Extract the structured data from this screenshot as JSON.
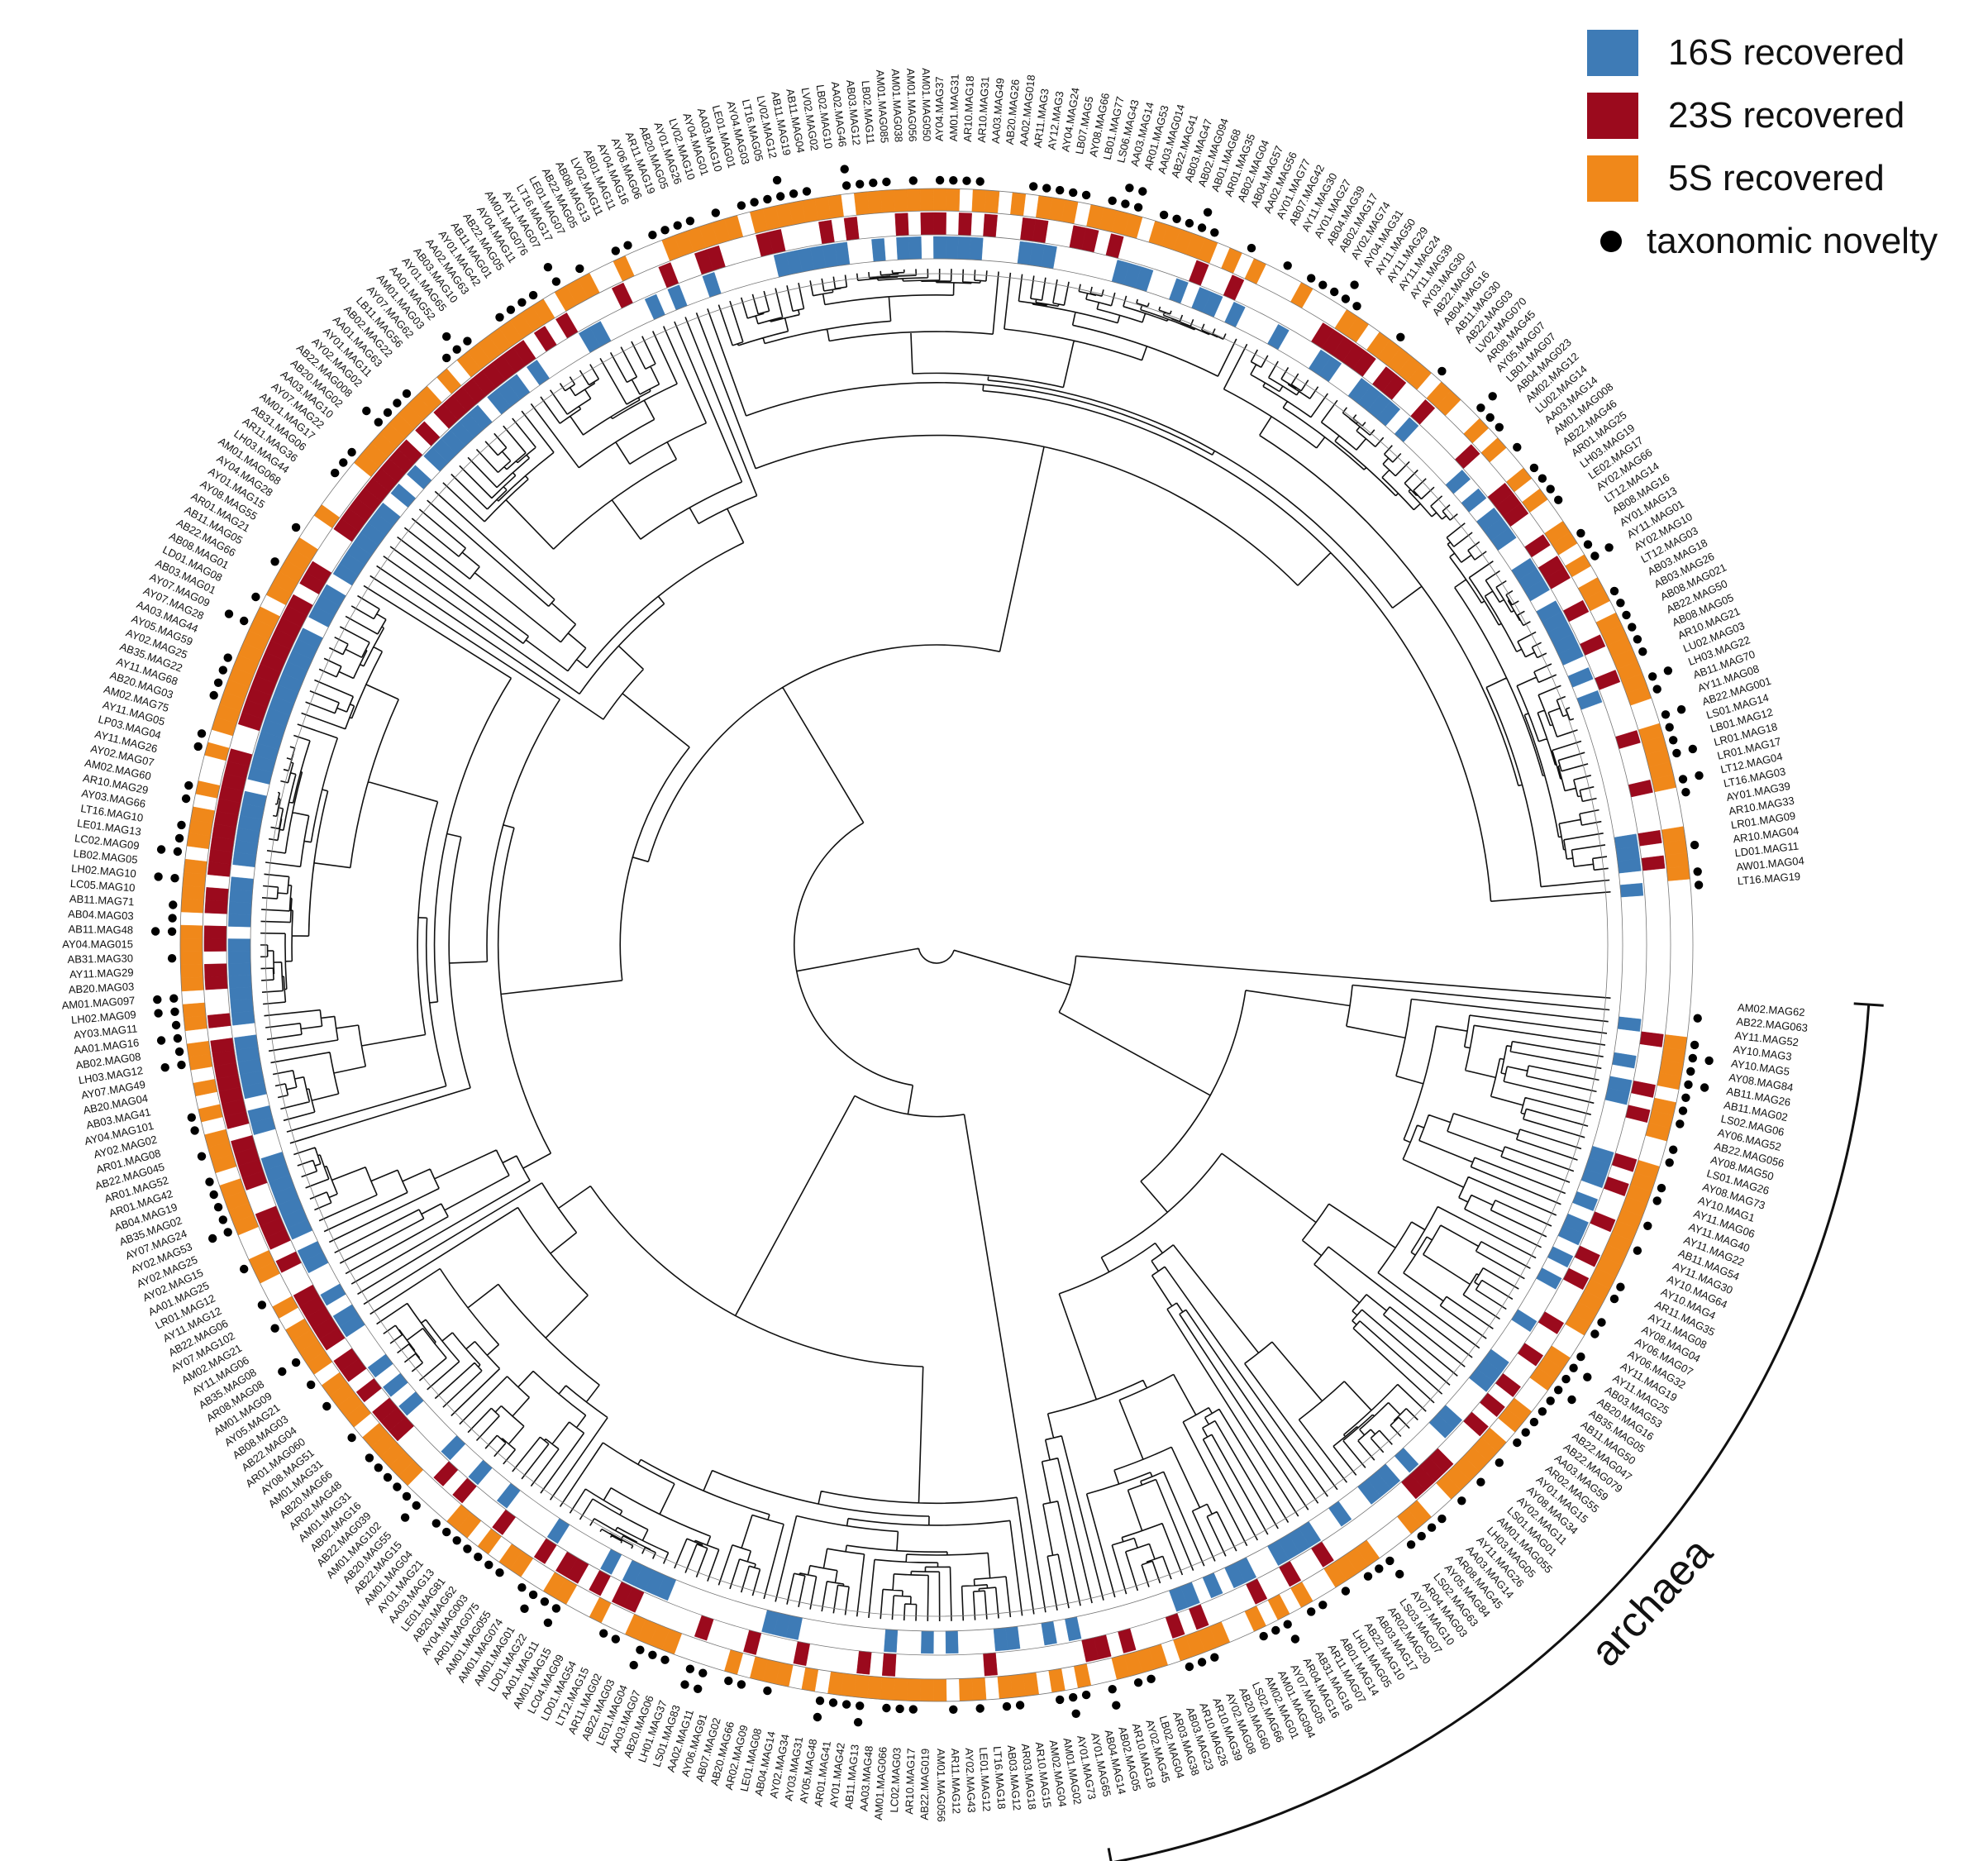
{
  "legend": {
    "items": [
      {
        "label": "16S recovered",
        "color": "#3e7bb6"
      },
      {
        "label": "23S recovered",
        "color": "#9b0a1d"
      },
      {
        "label": "5S recovered",
        "color": "#f0881a"
      },
      {
        "label": "taxonomic novelty",
        "icon": "dot-icon",
        "color": "#000000"
      }
    ]
  },
  "clade_label": "archaea",
  "colors": {
    "s16": "#3e7bb6",
    "s23": "#9b0a1d",
    "s5": "#f0881a",
    "novelty": "#000000",
    "branch": "#111111"
  },
  "leaves": [
    "AM02.MAG62",
    "AB22.MAG063",
    "AY11.MAG52",
    "AY10.MAG3",
    "AY10.MAG5",
    "AY08.MAG84",
    "AB11.MAG26",
    "AB11.MAG02",
    "LS02.MAG06",
    "AY06.MAG52",
    "AB22.MAG056",
    "AY08.MAG50",
    "LS01.MAG26",
    "AY08.MAG73",
    "AY10.MAG1",
    "AY11.MAG06",
    "AY11.MAG40",
    "AY11.MAG22",
    "AB11.MAG54",
    "AY11.MAG30",
    "AY10.MAG64",
    "AY10.MAG4",
    "AR11.MAG35",
    "AY11.MAG08",
    "AY08.MAG04",
    "AY06.MAG07",
    "AY06.MAG32",
    "AY11.MAG19",
    "AY11.MAG25",
    "AB03.MAG53",
    "AB20.MAG16",
    "AB35.MAG05",
    "AB11.MAG50",
    "AB22.MAG047",
    "AB22.MAG079",
    "AA03.MAG59",
    "AR02.MAG55",
    "AY01.MAG15",
    "AY08.MAG34",
    "AY02.MAG11",
    "LS01.MAG01",
    "AM01.MAG055",
    "LH03.MAG05",
    "AY11.MAG26",
    "AA03.MAG14",
    "AR08.MAG45",
    "AY05.MAG84",
    "LS02.MAG63",
    "AR04.MAG03",
    "AY07.MAG10",
    "LS03.MAG07",
    "AR02.MAG20",
    "AB03.MAG17",
    "AB22.MAG10",
    "LH01.MAG05",
    "AB01.MAG14",
    "AR11.MAG07",
    "AB31.MAG18",
    "AR04.MAG16",
    "AY07.MAG05",
    "AM01.MAG094",
    "AM02.MAG01",
    "LS02.MAG66",
    "AB20.MAG60",
    "AY02.MAG08",
    "AR10.MAG39",
    "AR10.MAG26",
    "AB03.MAG23",
    "AR03.MAG38",
    "LB02.MAG04",
    "AY02.MAG45",
    "AR10.MAG18",
    "AB02.MAG05",
    "AB04.MAG14",
    "AY01.MAG65",
    "AY01.MAG73",
    "AM01.MAG02",
    "AM02.MAG04",
    "AR10.MAG15",
    "AR03.MAG18",
    "AB03.MAG12",
    "LT16.MAG18",
    "LE01.MAG12",
    "AY02.MAG43",
    "AR11.MAG12",
    "AM01.MAG056",
    "AB22.MAG019",
    "AR10.MAG17",
    "LC02.MAG03",
    "AM01.MAG066",
    "AA03.MAG48",
    "AB11.MAG13",
    "AY01.MAG42",
    "AR01.MAG41",
    "AY05.MAG48",
    "AY03.MAG31",
    "AY02.MAG34",
    "AB04.MAG14",
    "LE01.MAG08",
    "AR02.MAG09",
    "AB20.MAG66",
    "AB07.MAG02",
    "AY06.MAG91",
    "AA02.MAG11",
    "LS01.MAG83",
    "LH01.MAG37",
    "AB20.MAG06",
    "AA03.MAG07",
    "LE01.MAG04",
    "AB22.MAG03",
    "AR11.MAG02",
    "LT12.MAG15",
    "LD01.MAG54",
    "LC04.MAG09",
    "AM01.MAG15",
    "AA01.MAG11",
    "LD01.MAG22",
    "AM01.MAG01",
    "AM01.MAG074",
    "AM01.MAG055",
    "AR01.MAG075",
    "AY04.MAG003",
    "AB20.MAG62",
    "LE01.MAG81",
    "AA03.MAG13",
    "AY01.MAG21",
    "AM01.MAG04",
    "AB22.MAG15",
    "AB20.MAG55",
    "AM01.MAG102",
    "AB22.MAG039",
    "AB02.MAG16",
    "AM01.MAG31",
    "AR02.MAG48",
    "AB20.MAG66",
    "AM01.MAG31",
    "AY08.MAG51",
    "AR01.MAG060",
    "AB22.MAG04",
    "AB08.MAG03",
    "AY05.MAG21",
    "AM01.MAG09",
    "AR08.MAG08",
    "AB35.MAG08",
    "AY11.MAG06",
    "AM02.MAG21",
    "AY07.MAG102",
    "AB22.MAG06",
    "AY11.MAG12",
    "LR01.MAG12",
    "AA01.MAG25",
    "AY02.MAG15",
    "AY02.MAG25",
    "AY02.MAG53",
    "AY07.MAG24",
    "AB35.MAG02",
    "AB04.MAG19",
    "AR01.MAG42",
    "AR01.MAG52",
    "AB22.MAG045",
    "AR01.MAG08",
    "AY02.MAG02",
    "AY04.MAG101",
    "AB03.MAG41",
    "AB20.MAG04",
    "AY07.MAG49",
    "LH03.MAG12",
    "AB02.MAG08",
    "AA01.MAG16",
    "AY03.MAG11",
    "LH02.MAG09",
    "AM01.MAG097",
    "AB20.MAG03",
    "AY11.MAG29",
    "AB31.MAG30",
    "AY04.MAG015",
    "AB11.MAG48",
    "AB04.MAG03",
    "AB11.MAG71",
    "LC05.MAG10",
    "LH02.MAG10",
    "LB02.MAG05",
    "LC02.MAG09",
    "LE01.MAG13",
    "LT16.MAG10",
    "AY03.MAG66",
    "AR10.MAG29",
    "AM02.MAG60",
    "AY02.MAG07",
    "AY11.MAG26",
    "LP03.MAG04",
    "AY11.MAG05",
    "AM02.MAG75",
    "AB20.MAG03",
    "AY11.MAG68",
    "AB35.MAG22",
    "AY02.MAG25",
    "AY05.MAG59",
    "AA03.MAG44",
    "AY07.MAG28",
    "AY07.MAG09",
    "AB03.MAG01",
    "LD01.MAG08",
    "AB08.MAG01",
    "AB22.MAG66",
    "AB11.MAG05",
    "AR01.MAG21",
    "AY08.MAG55",
    "AY01.MAG15",
    "AY04.MAG28",
    "AM01.MAG068",
    "LH03.MAG44",
    "AR11.MAG36",
    "AB31.MAG06",
    "AM01.MAG17",
    "AY07.MAG22",
    "AA03.MAG10",
    "AB20.MAG02",
    "AB22.MAG008",
    "AY02.MAG02",
    "AY01.MAG11",
    "AA01.MAG63",
    "AB02.MAG22",
    "LB11.MAG56",
    "AY07.MAG62",
    "AM01.MAG03",
    "AA01.MAG52",
    "AY01.MAG65",
    "AB03.MAG10",
    "AA02.MAG63",
    "AY01.MAG42",
    "AB11.MAG01",
    "AB22.MAG05",
    "AY04.MAG11",
    "AM01.MAG076",
    "AY11.MAG07",
    "LT16.MAG17",
    "LE01.MAG07",
    "AB22.MAG05",
    "AB08.MAG13",
    "LV02.MAG11",
    "AB01.MAG11",
    "AY04.MAG16",
    "AY06.MAG06",
    "AR11.MAG19",
    "AB20.MAG05",
    "AY01.MAG26",
    "LV02.MAG10",
    "AY04.MAG01",
    "AA03.MAG10",
    "LE01.MAG01",
    "AY04.MAG03",
    "LT16.MAG05",
    "LV02.MAG12",
    "AB11.MAG19",
    "AB11.MAG04",
    "LV02.MAG02",
    "LB02.MAG10",
    "AA02.MAG46",
    "AB03.MAG12",
    "LB02.MAG11",
    "AM01.MAG085",
    "AM01.MAG038",
    "AM01.MAG056",
    "AM01.MAG050",
    "AY04.MAG37",
    "AM01.MAG31",
    "AR10.MAG18",
    "AR10.MAG31",
    "AA03.MAG49",
    "AB20.MAG26",
    "AA02.MAG018",
    "AR11.MAG3",
    "AY12.MAG3",
    "AY04.MAG24",
    "LB07.MAG5",
    "AY08.MAG66",
    "LB01.MAG77",
    "LS06.MAG43",
    "AA03.MAG14",
    "AR01.MAG53",
    "AA03.MAG014",
    "AB22.MAG41",
    "AB03.MAG47",
    "AB02.MAG094",
    "AB01.MAG68",
    "AR01.MAG35",
    "AB02.MAG04",
    "AB04.MAG57",
    "AA02.MAG56",
    "AY01.MAG77",
    "AB07.MAG42",
    "AY11.MAG30",
    "AY01.MAG27",
    "AB04.MAG39",
    "AB02.MAG17",
    "AY02.MAG74",
    "AY04.MAG31",
    "AY11.MAG50",
    "AY11.MAG29",
    "AY11.MAG24",
    "AY11.MAG39",
    "AY03.MAG30",
    "AB22.MAG67",
    "AB04.MAG16",
    "AB11.MAG30",
    "AB22.MAG03",
    "LV02.MAG070",
    "AR08.MAG45",
    "AY05.MAG07",
    "LB01.MAG07",
    "AB04.MAG023",
    "AM02.MAG12",
    "LU02.MAG14",
    "AA03.MAG14",
    "AM01.MAG008",
    "AB22.MAG46",
    "AR01.MAG25",
    "LH03.MAG19",
    "LE02.MAG17",
    "AY02.MAG66",
    "LT12.MAG14",
    "AB08.MAG16",
    "AY01.MAG13",
    "AY11.MAG01",
    "AY02.MAG10",
    "LT12.MAG03",
    "AB03.MAG18",
    "AB03.MAG26",
    "AB08.MAG021",
    "AB22.MAG50",
    "AB08.MAG05",
    "AR10.MAG21",
    "LU02.MAG03",
    "LH03.MAG22",
    "AB11.MAG70",
    "AY11.MAG08",
    "AB22.MAG001",
    "LS01.MAG14",
    "LB01.MAG12",
    "LR01.MAG18",
    "LR01.MAG17",
    "LT12.MAG04",
    "LT16.MAG03",
    "AY01.MAG39",
    "AR10.MAG33",
    "LR01.MAG09",
    "AR10.MAG04",
    "LD01.MAG11",
    "AW01.MAG04",
    "LT16.MAG19"
  ]
}
